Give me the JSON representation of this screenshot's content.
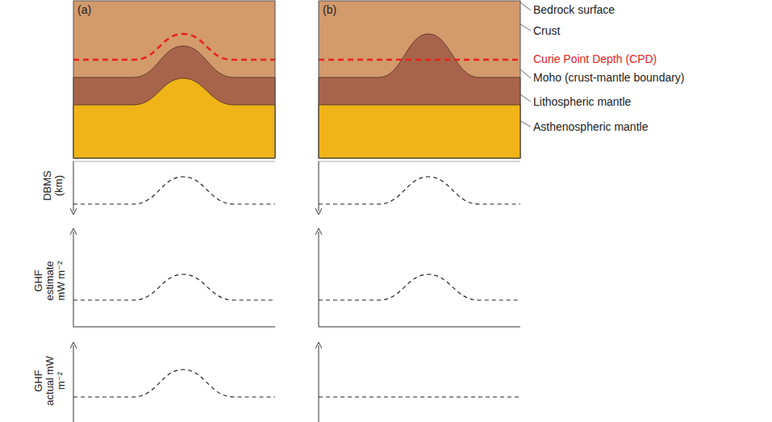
{
  "diagram": {
    "labels": [
      "(a)",
      "(b)",
      "Bedrock surface",
      "Crust",
      "Curie Point Depth (CPD)",
      "Moho (crust-mantle boundary)",
      "Lithospheric mantle",
      "Asthenospheric mantle",
      "DBMS (km)",
      "GHF estimate mW m⁻²",
      "GHF actual mW m⁻²"
    ]
  }
}
